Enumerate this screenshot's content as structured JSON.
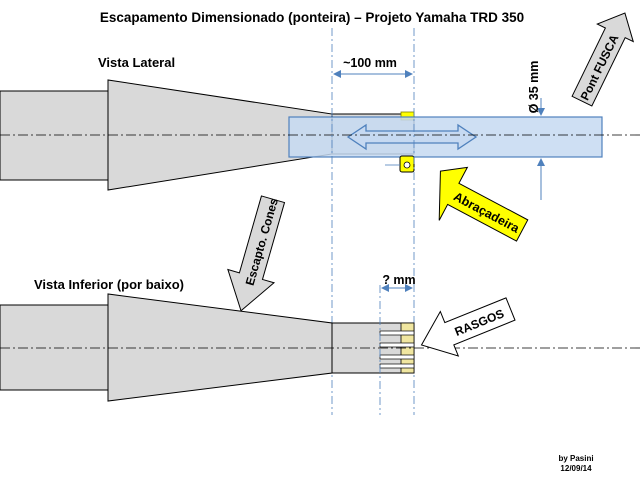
{
  "title": "Escapamento Dimensionado (ponteira) –  Projeto Yamaha TRD 350",
  "side_view": {
    "label": "Vista Lateral",
    "dimension_length": "~100 mm",
    "dimension_diameter": "Ø 35 mm"
  },
  "bottom_view": {
    "label": "Vista Inferior (por baixo)",
    "dimension_length": "? mm"
  },
  "callouts": {
    "pont_fusca": "Pont FUSCA",
    "abracadeira": "Abraçadeira",
    "escapto_cones": "Escapto. Cones",
    "rasgos": "RASGOS"
  },
  "author": "by Pasini",
  "date": "12/09/14",
  "colors": {
    "cone_fill": "#d9d9d9",
    "tip_fill": "#c6d9f1",
    "tip_stroke": "#4f81bd",
    "clamp_fill": "#ffff00",
    "slot_fill": "#f0e6a0",
    "callout_fill": "#d9d9d9",
    "guide_line": "#4f81bd"
  }
}
